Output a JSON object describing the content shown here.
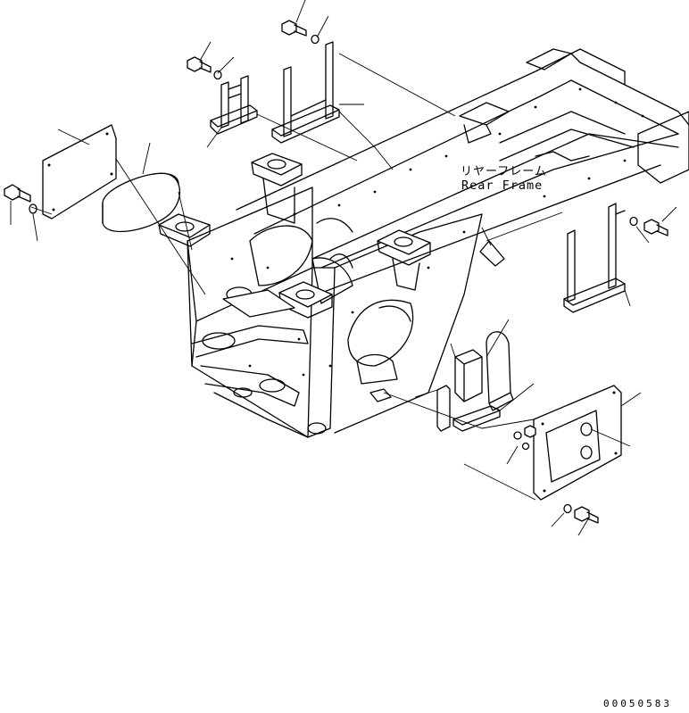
{
  "callout": {
    "name_jp": "リヤーフレーム",
    "name_en": "Rear Frame"
  },
  "drawing_number": "00050583",
  "colors": {
    "line": "#000000",
    "background": "#ffffff"
  }
}
